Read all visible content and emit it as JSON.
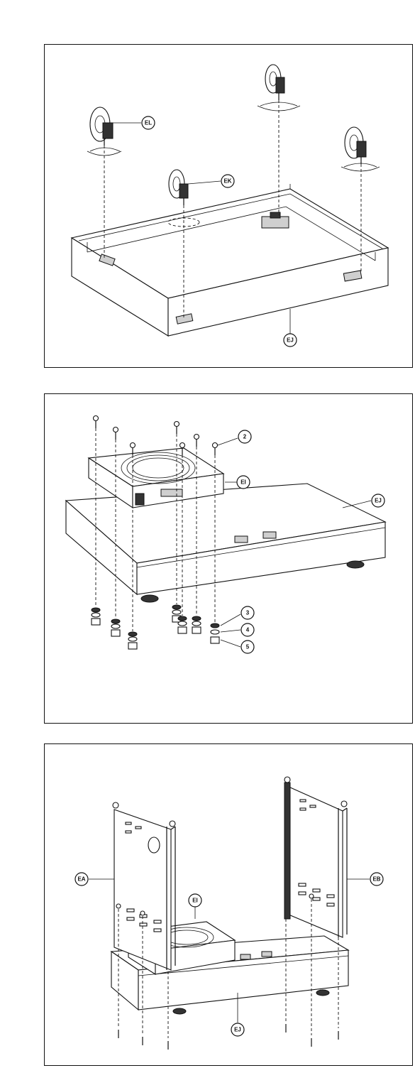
{
  "step1": {
    "callouts": {
      "el": "EL",
      "ek": "EK",
      "ej": "EJ"
    }
  },
  "step2": {
    "callouts": {
      "bolt": "2",
      "ei": "EI",
      "ej": "EJ",
      "washer_a": "3",
      "washer_b": "4",
      "nut": "5"
    }
  },
  "step3": {
    "callouts": {
      "ea": "EA",
      "eb": "EB",
      "ei": "EI",
      "ej": "EJ"
    }
  }
}
